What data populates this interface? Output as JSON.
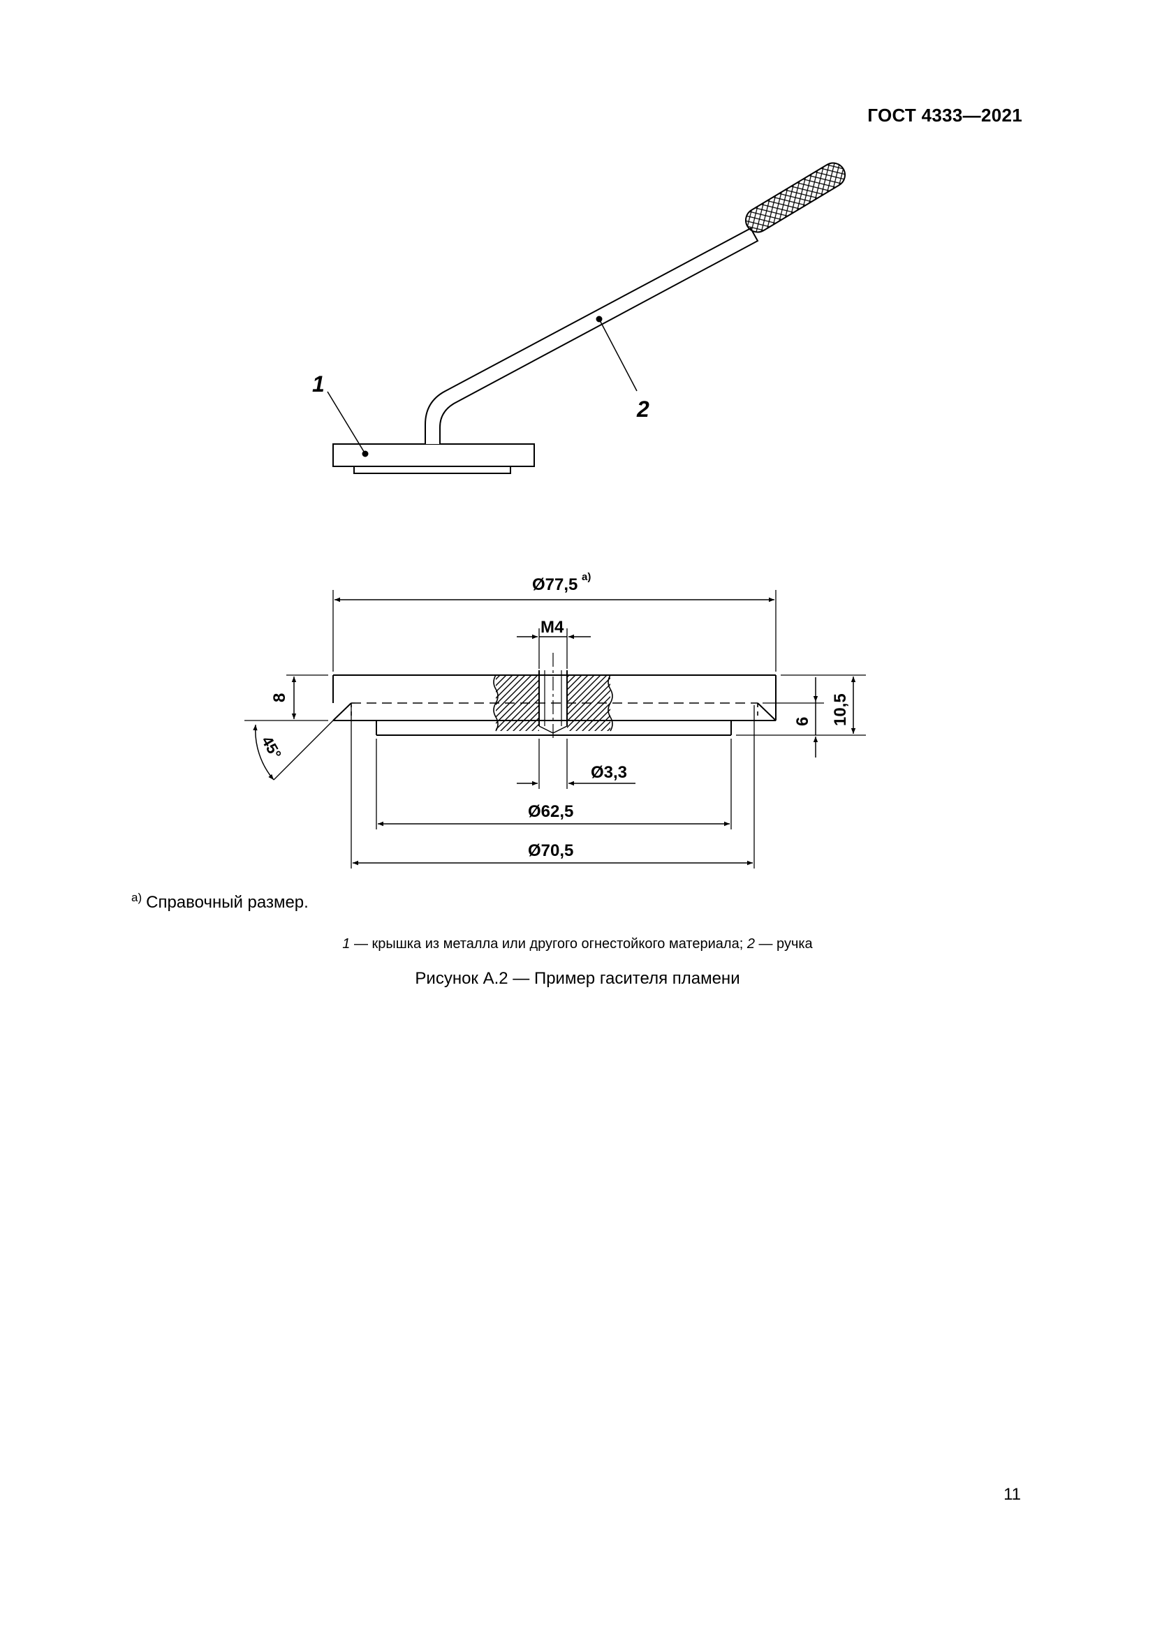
{
  "header": {
    "doc_id": "ГОСТ 4333—2021"
  },
  "figure": {
    "callouts": {
      "cap": "1",
      "handle": "2"
    },
    "dims": {
      "d775": "Ø77,5",
      "d775_sup": "a)",
      "m4": "M4",
      "h8": "8",
      "a45": "45°",
      "d33": "Ø3,3",
      "d625": "Ø62,5",
      "d705": "Ø70,5",
      "h6": "6",
      "h105": "10,5"
    }
  },
  "footnote": {
    "marker": "a)",
    "text": "Справочный размер."
  },
  "legend": {
    "n1": "1",
    "t1": " — крышка из металла или другого огнестойкого материала; ",
    "n2": "2",
    "t2": " — ручка"
  },
  "caption": "Рисунок А.2 — Пример гасителя пламени",
  "page_number": "11"
}
